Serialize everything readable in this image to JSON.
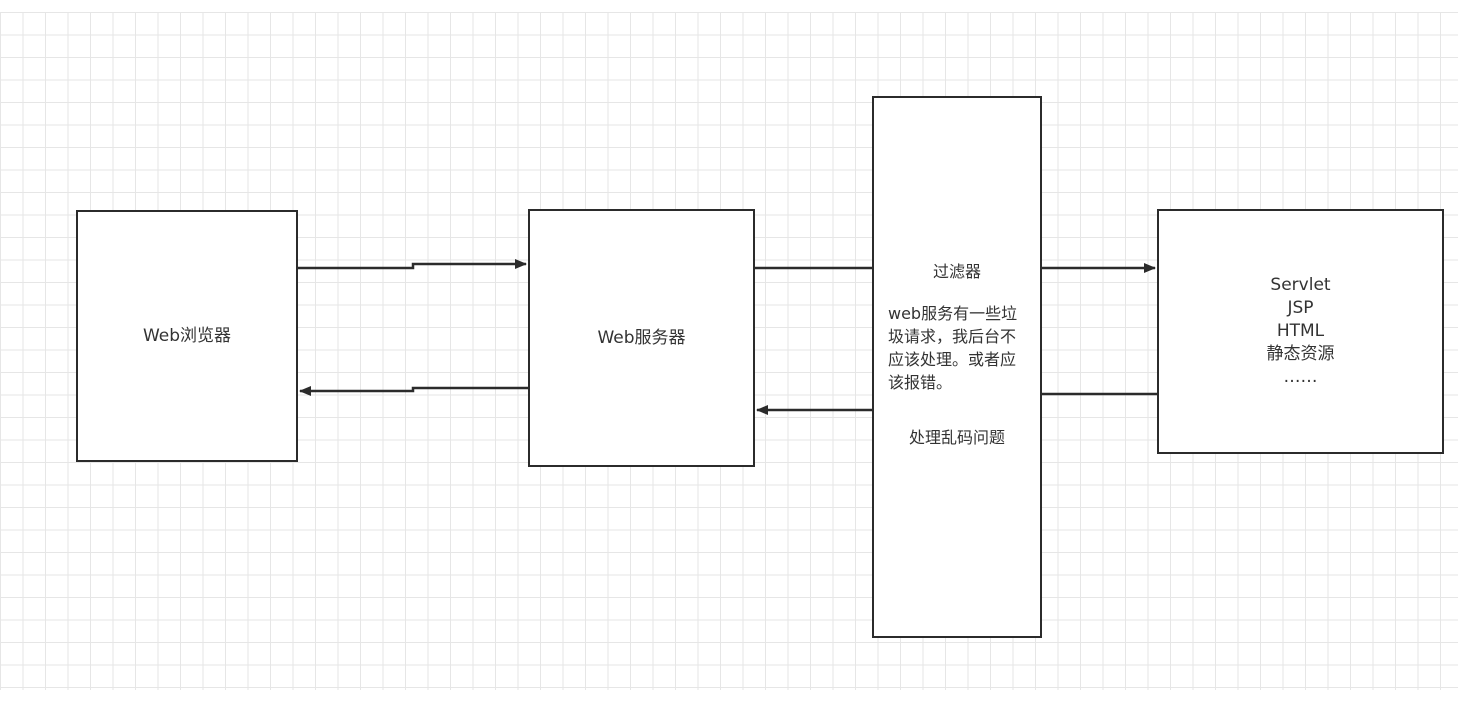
{
  "nodes": {
    "browser": {
      "label": "Web浏览器"
    },
    "server": {
      "label": "Web服务器"
    },
    "filter": {
      "title": "过滤器",
      "description": "web服务有一些垃圾请求，我后台不应该处理。或者应该报错。",
      "note": "处理乱码问题"
    },
    "resources": {
      "lines": [
        "Servlet",
        "JSP",
        "HTML",
        "静态资源",
        "……"
      ]
    }
  },
  "colors": {
    "stroke": "#2b2b2b",
    "grid": "#e6e6e6",
    "text": "#333333"
  }
}
